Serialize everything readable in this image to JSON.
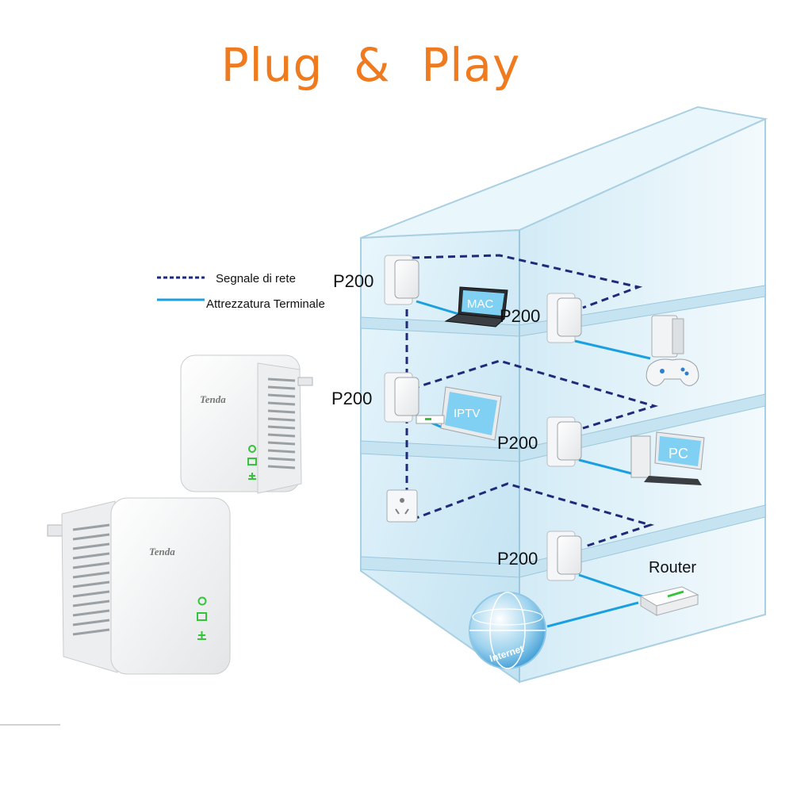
{
  "title": "Plug  &  Play",
  "legend": {
    "network_signal": "Segnale di rete",
    "terminal_equipment": "Attrezzatura Terminale"
  },
  "adapter_labels": [
    "P200",
    "P200",
    "P200",
    "P200",
    "P200"
  ],
  "devices": {
    "mac": "MAC",
    "iptv": "IPTV",
    "pc": "PC",
    "router": "Router",
    "internet": "Internet"
  },
  "brand": "Tenda",
  "colors": {
    "title": "#f07a1e",
    "network_signal_line": "#1f2a7a",
    "terminal_line": "#1aa0e0",
    "building_glass": "#d6ecf6",
    "led": "#36c23a"
  },
  "icons": [
    "power-icon",
    "powerline-icon",
    "ethernet-icon",
    "game-controller-icon",
    "wall-socket-icon"
  ]
}
